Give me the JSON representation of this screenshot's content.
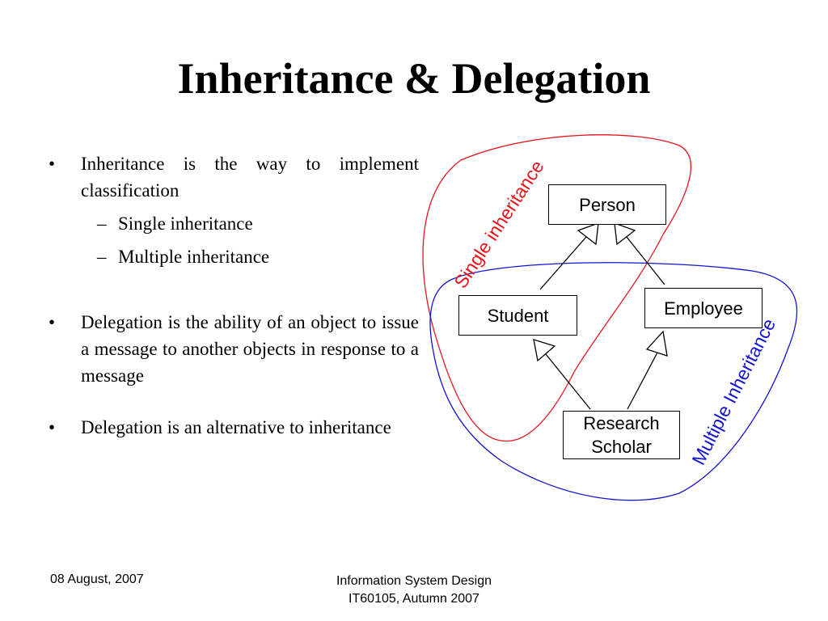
{
  "slide": {
    "title": "Inheritance & Delegation"
  },
  "bullets": {
    "marker": "•",
    "sub_marker": "–",
    "item1": "Inheritance is the way to implement classification",
    "sub1": "Single inheritance",
    "sub2": "Multiple inheritance",
    "item2": "Delegation is the ability of an object to issue a message to another objects in response to a message",
    "item3": "Delegation is an alternative to inheritance"
  },
  "diagram": {
    "classes": {
      "person": "Person",
      "student": "Student",
      "employee": "Employee",
      "scholar_line1": "Research",
      "scholar_line2": "Scholar"
    },
    "regions": {
      "single_label": "Single inheritance",
      "multiple_label": "Multiple Inheritance"
    },
    "colors": {
      "single": "#e8141c",
      "multiple": "#1414d0",
      "lines": "#000000"
    }
  },
  "footer": {
    "date": "08 August, 2007",
    "course_line1": "Information System Design",
    "course_line2": "IT60105, Autumn 2007"
  }
}
